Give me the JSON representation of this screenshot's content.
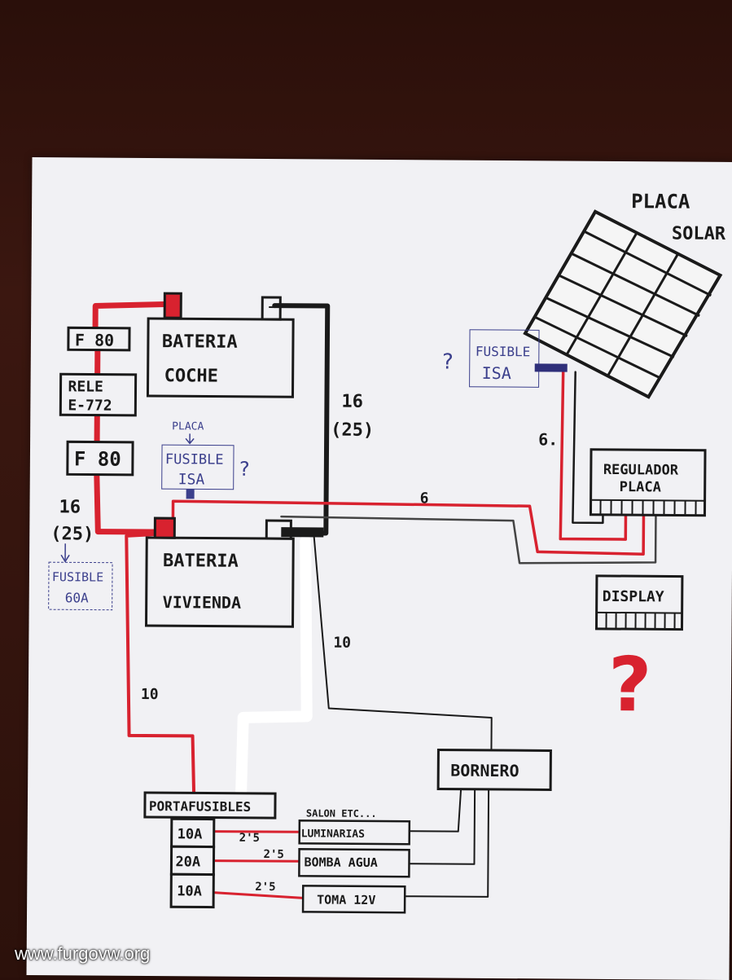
{
  "watermark": "www.furgovw.org",
  "colors": {
    "positive": "#d8222f",
    "negative": "#1a1a1a",
    "ink_blue": "#3b3f8c",
    "grey_wire": "#555555"
  },
  "solar_panel": {
    "label_line1": "PLACA",
    "label_line2": "SOLAR"
  },
  "car_battery": {
    "line1": "BATERIA",
    "line2": "COCHE"
  },
  "house_battery": {
    "line1": "BATERIA",
    "line2": "VIVIENDA"
  },
  "left_chain": {
    "fuse_top": "F 80",
    "relay_line1": "RELE",
    "relay_line2": "E-772",
    "fuse_bottom": "F 80"
  },
  "annotations": {
    "gauge_16": "16",
    "gauge_16_alt": "(25)",
    "gauge_16_right": "16",
    "gauge_16_right_alt": "(25)",
    "placa_note": "PLACA",
    "fusible_isa_line1": "FUSIBLE",
    "fusible_isa_line2": "ISA",
    "question": "?",
    "fusible_60a_line1": "FUSIBLE",
    "fusible_60a_line2": "60A",
    "solar_fuse_line1": "FUSIBLE",
    "solar_fuse_line2": "ISA",
    "gauge_6_top": "6",
    "gauge_6_mid": "6.",
    "gauge_10_left": "10",
    "gauge_10_right": "10",
    "gauge_25_a": "2'5",
    "gauge_25_b": "2'5",
    "gauge_25_c": "2'5"
  },
  "regulator": {
    "line1": "REGULADOR",
    "line2": "PLACA"
  },
  "display": {
    "label": "DISPLAY",
    "question": "?"
  },
  "bornero": {
    "label": "BORNERO"
  },
  "fuse_holder": {
    "label": "PORTAFUSIBLES",
    "fuses": [
      "10A",
      "20A",
      "10A"
    ]
  },
  "loads": {
    "note": "SALON ETC...",
    "items": [
      "LUMINARIAS",
      "BOMBA AGUA",
      "TOMA 12V"
    ]
  }
}
